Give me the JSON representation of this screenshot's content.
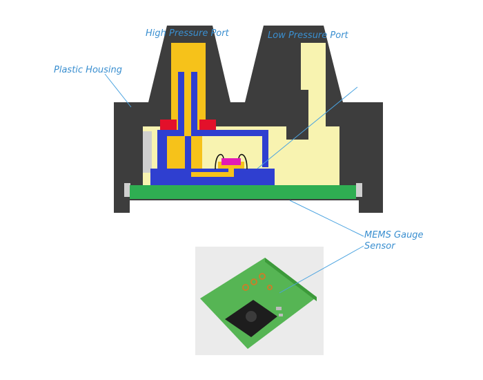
{
  "labels": {
    "high_pressure_port": "High Pressure Port",
    "low_pressure_port": "Low Pressure Port",
    "plastic_housing": "Plastic Housing",
    "mems_line1": "MEMS Gauge",
    "mems_line2": "Sensor"
  },
  "colors": {
    "housing": "#3d3d3d",
    "high_pressure": "#f6c21a",
    "low_pressure": "#f8f3b0",
    "pcb": "#2fae52",
    "substrate": "#2f3fd0",
    "seal": "#e3102a",
    "die": "#e31ab5",
    "callout_line": "#4aa3e0",
    "label_text": "#3a8fd0"
  }
}
